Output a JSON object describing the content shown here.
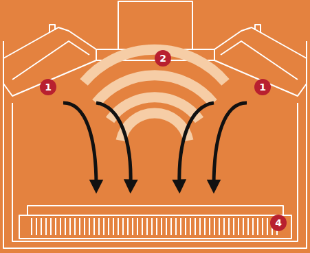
{
  "diagram": {
    "labels": [
      "2",
      "1",
      "1",
      "4"
    ]
  }
}
